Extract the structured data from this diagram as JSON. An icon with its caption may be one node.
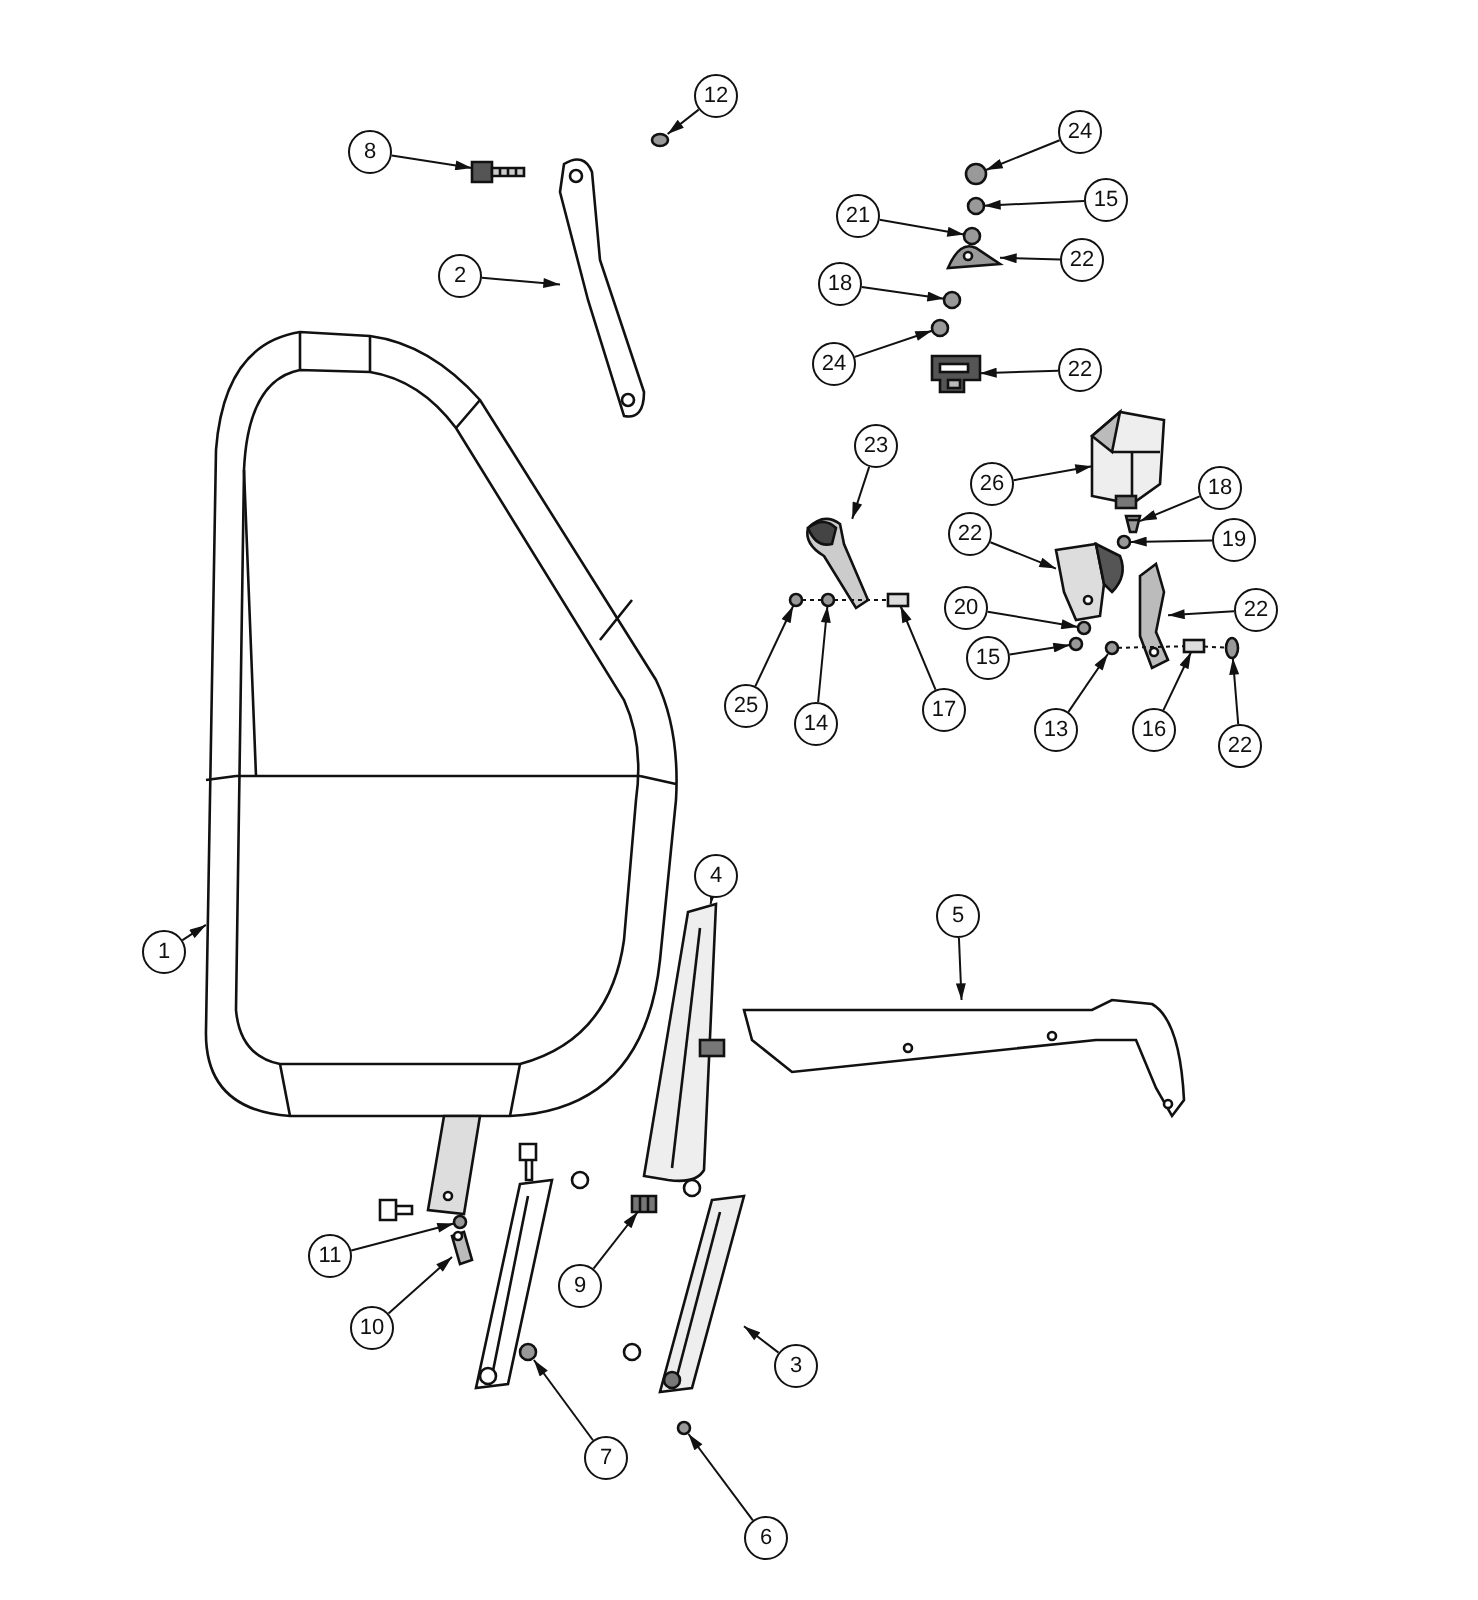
{
  "diagram": {
    "nodes": [
      {
        "text": [
          "12"
        ]
      },
      {
        "text": [
          "24"
        ]
      },
      {
        "text": [
          "8"
        ]
      },
      {
        "text": [
          "15"
        ]
      },
      {
        "text": [
          "21"
        ]
      },
      {
        "text": [
          "22"
        ]
      },
      {
        "text": [
          "2"
        ]
      },
      {
        "text": [
          "18"
        ]
      },
      {
        "text": [
          "24"
        ]
      },
      {
        "text": [
          "22"
        ]
      },
      {
        "text": [
          "23"
        ]
      },
      {
        "text": [
          "26"
        ]
      },
      {
        "text": [
          "22"
        ]
      },
      {
        "text": [
          "18"
        ]
      },
      {
        "text": [
          "19"
        ]
      },
      {
        "text": [
          "22"
        ]
      },
      {
        "text": [
          "20"
        ]
      },
      {
        "text": [
          "15"
        ]
      },
      {
        "text": [
          "25"
        ]
      },
      {
        "text": [
          "14"
        ]
      },
      {
        "text": [
          "17"
        ]
      },
      {
        "text": [
          "13"
        ]
      },
      {
        "text": [
          "16"
        ]
      },
      {
        "text": [
          "22"
        ]
      },
      {
        "text": [
          "4"
        ]
      },
      {
        "text": [
          "5"
        ]
      },
      {
        "text": [
          "1"
        ]
      },
      {
        "text": [
          "11"
        ]
      },
      {
        "text": [
          "9"
        ]
      },
      {
        "text": [
          "10"
        ]
      },
      {
        "text": [
          "3"
        ]
      },
      {
        "text": [
          "7"
        ]
      },
      {
        "text": [
          "6"
        ]
      },
      {
        "text": [],
        "shape": "circle"
      },
      {
        "text": [],
        "shape": "circle"
      },
      {
        "text": [],
        "shape": "picture"
      },
      {
        "text": [],
        "shape": "circle"
      },
      {
        "text": [],
        "shape": "circle"
      },
      {
        "text": [],
        "shape": "picture"
      },
      {
        "text": [],
        "shape": "picture"
      },
      {
        "text": [],
        "shape": "circle"
      },
      {
        "text": [],
        "shape": "circle"
      },
      {
        "text": [],
        "shape": "picture"
      },
      {
        "text": [],
        "shape": "picture"
      },
      {
        "text": [],
        "shape": "picture"
      },
      {
        "text": [],
        "shape": "picture"
      },
      {
        "text": [],
        "shape": "picture"
      },
      {
        "text": [],
        "shape": "circle"
      },
      {
        "text": [],
        "shape": "picture"
      },
      {
        "text": [],
        "shape": "circle"
      },
      {
        "text": [],
        "shape": "circle"
      },
      {
        "text": [],
        "shape": "circle"
      },
      {
        "text": [],
        "shape": "circle"
      },
      {
        "text": [],
        "shape": "box"
      },
      {
        "text": [],
        "shape": "circle"
      },
      {
        "text": [],
        "shape": "box"
      },
      {
        "text": [],
        "shape": "circle"
      },
      {
        "text": [],
        "shape": "picture"
      },
      {
        "text": [],
        "shape": "picture"
      },
      {
        "text": [],
        "shape": "picture"
      },
      {
        "text": [],
        "shape": "circle"
      },
      {
        "text": [],
        "shape": "picture"
      },
      {
        "text": [],
        "shape": "picture"
      },
      {
        "text": [],
        "shape": "picture"
      },
      {
        "text": [],
        "shape": "circle"
      },
      {
        "text": [],
        "shape": "circle"
      }
    ],
    "edges": [
      {
        "from": 0,
        "to": 33,
        "arrow": "to"
      },
      {
        "from": 1,
        "to": 34,
        "arrow": "to"
      },
      {
        "from": 2,
        "to": 35,
        "arrow": "to"
      },
      {
        "from": 3,
        "to": 36,
        "arrow": "to"
      },
      {
        "from": 4,
        "to": 37,
        "arrow": "to"
      },
      {
        "from": 5,
        "to": 38,
        "arrow": "to"
      },
      {
        "from": 6,
        "to": 39,
        "arrow": "to"
      },
      {
        "from": 7,
        "to": 40,
        "arrow": "to"
      },
      {
        "from": 8,
        "to": 41,
        "arrow": "to"
      },
      {
        "from": 9,
        "to": 42,
        "arrow": "to"
      },
      {
        "from": 10,
        "to": 43,
        "arrow": "to"
      },
      {
        "from": 11,
        "to": 44,
        "arrow": "to"
      },
      {
        "from": 12,
        "to": 45,
        "arrow": "to"
      },
      {
        "from": 13,
        "to": 46,
        "arrow": "to"
      },
      {
        "from": 14,
        "to": 47,
        "arrow": "to"
      },
      {
        "from": 15,
        "to": 48,
        "arrow": "to"
      },
      {
        "from": 16,
        "to": 49,
        "arrow": "to"
      },
      {
        "from": 17,
        "to": 50,
        "arrow": "to"
      },
      {
        "from": 18,
        "to": 51,
        "arrow": "to"
      },
      {
        "from": 19,
        "to": 52,
        "arrow": "to"
      },
      {
        "from": 20,
        "to": 53,
        "arrow": "to"
      },
      {
        "from": 21,
        "to": 54,
        "arrow": "to"
      },
      {
        "from": 22,
        "to": 55,
        "arrow": "to"
      },
      {
        "from": 23,
        "to": 56,
        "arrow": "to"
      },
      {
        "from": 24,
        "to": 57,
        "arrow": "to"
      },
      {
        "from": 25,
        "to": 58,
        "arrow": "to"
      },
      {
        "from": 26,
        "to": 59,
        "arrow": "to"
      },
      {
        "from": 27,
        "to": 60,
        "arrow": "to"
      },
      {
        "from": 28,
        "to": 61,
        "arrow": "to"
      },
      {
        "from": 29,
        "to": 62,
        "arrow": "to"
      },
      {
        "from": 30,
        "to": 63,
        "arrow": "to"
      },
      {
        "from": 31,
        "to": 64,
        "arrow": "to"
      },
      {
        "from": 32,
        "to": 65,
        "arrow": "to"
      },
      {
        "from": 51,
        "to": 52,
        "arrow": "none",
        "style": "dashed"
      },
      {
        "from": 52,
        "to": 53,
        "arrow": "none",
        "style": "dashed"
      },
      {
        "from": 54,
        "to": 55,
        "arrow": "none",
        "style": "dashed"
      },
      {
        "from": 55,
        "to": 56,
        "arrow": "none",
        "style": "dashed"
      }
    ]
  }
}
